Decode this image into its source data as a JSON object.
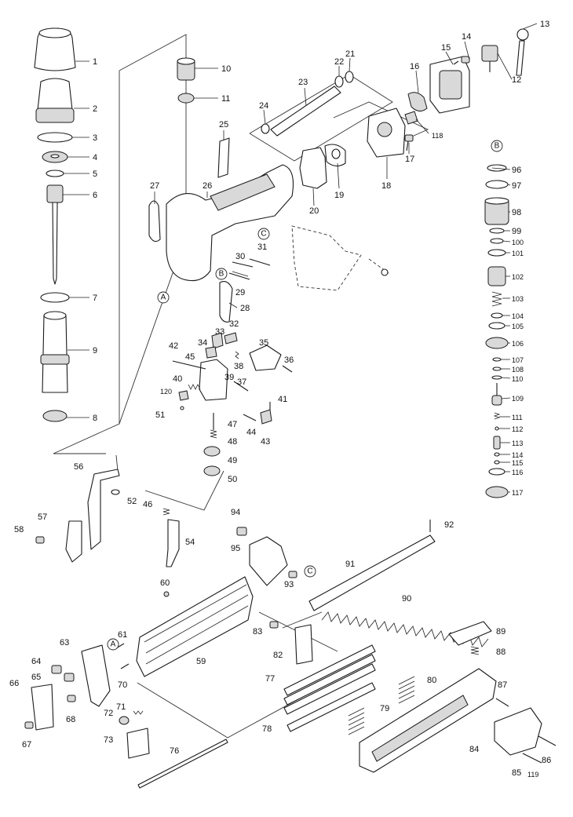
{
  "diagram": {
    "reference_marks": [
      "A",
      "B",
      "C"
    ],
    "part_numbers": [
      "1",
      "2",
      "3",
      "4",
      "5",
      "6",
      "7",
      "8",
      "9",
      "10",
      "11",
      "12",
      "13",
      "14",
      "15",
      "16",
      "17",
      "18",
      "19",
      "20",
      "21",
      "22",
      "23",
      "24",
      "25",
      "26",
      "27",
      "28",
      "29",
      "30",
      "31",
      "32",
      "33",
      "34",
      "35",
      "36",
      "37",
      "38",
      "39",
      "40",
      "41",
      "42",
      "43",
      "44",
      "45",
      "46",
      "47",
      "48",
      "49",
      "50",
      "51",
      "52",
      "54",
      "56",
      "57",
      "58",
      "59",
      "60",
      "61",
      "63",
      "64",
      "65",
      "66",
      "67",
      "68",
      "70",
      "71",
      "72",
      "73",
      "76",
      "77",
      "78",
      "79",
      "80",
      "82",
      "83",
      "84",
      "85",
      "86",
      "87",
      "88",
      "89",
      "90",
      "91",
      "92",
      "93",
      "94",
      "95",
      "96",
      "97",
      "98",
      "99",
      "100",
      "101",
      "102",
      "103",
      "104",
      "105",
      "106",
      "107",
      "108",
      "109",
      "110",
      "111",
      "112",
      "113",
      "114",
      "115",
      "116",
      "117",
      "118",
      "119",
      "120"
    ]
  }
}
